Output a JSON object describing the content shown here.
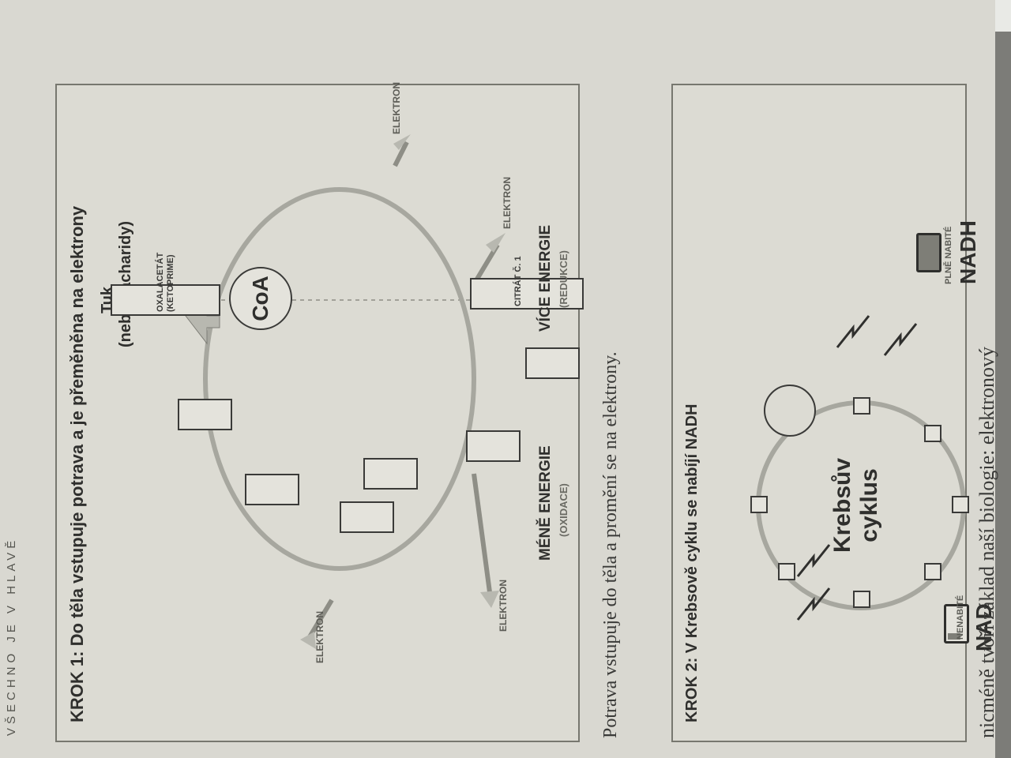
{
  "running_head": "VŠECHNO JE V HLAVĚ",
  "step1": {
    "title_prefix": "KROK 1:",
    "title_rest": "Do těla vstupuje potrava a je přeměněna na elektrony",
    "input_line1": "Tuk",
    "input_line2": "(nebo sacharidy)",
    "coa": "CoA",
    "oxalacetat_line1": "OXALACETÁT",
    "oxalacetat_line2": "(KETOPRIME)",
    "citrat": "CITRÁT Č. 1",
    "electron_label": "ELEKTRON",
    "less_energy": "MÉNĚ ENERGIE",
    "oxidation": "(OXIDACE)",
    "more_energy": "VÍCE ENERGIE",
    "reduction": "(REDUKCE)"
  },
  "caption1": "Potrava vstupuje do těla a promění se na elektrony.",
  "step2": {
    "title_prefix": "KROK 2:",
    "title_rest": "V Krebsově cyklu se nabíjí NADH",
    "cycle_line1": "Krebsův",
    "cycle_line2": "cyklus",
    "uncharged_label": "NENABITÉ",
    "uncharged_name": "NAD",
    "charged_label": "PLNĚ NABITÉ",
    "charged_name": "NADH"
  },
  "body_text": "nicméně tvoří základ naší biologie: elektronový"
}
